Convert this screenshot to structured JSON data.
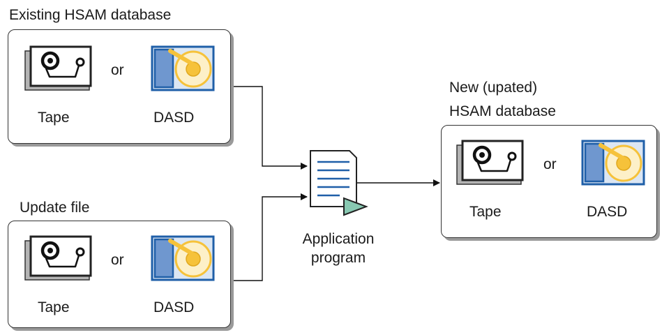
{
  "existing": {
    "title": "Existing HSAM database",
    "or": "or",
    "tape_label": "Tape",
    "dasd_label": "DASD"
  },
  "update": {
    "title": "Update file",
    "or": "or",
    "tape_label": "Tape",
    "dasd_label": "DASD"
  },
  "app": {
    "line1": "Application",
    "line2": "program"
  },
  "newdb": {
    "title_line1": "New (upated)",
    "title_line2": "HSAM database",
    "or": "or",
    "tape_label": "Tape",
    "dasd_label": "DASD"
  },
  "colors": {
    "dasd_blue": "#1f5fa8",
    "dasd_fill": "#6f97cf",
    "disk_yellow": "#f6c23a",
    "doc_green": "#88c9b2"
  }
}
